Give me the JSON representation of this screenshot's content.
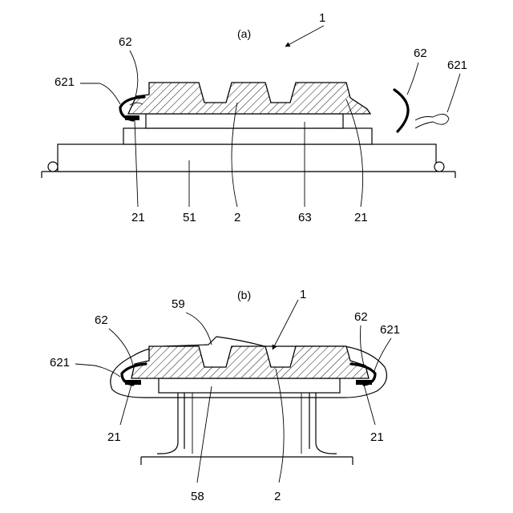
{
  "figure": {
    "panel_a": {
      "caption": "(a)",
      "labels": {
        "tire": "1",
        "bead_left": "62",
        "wire_left": "621",
        "bead_detail": "62",
        "wire_detail": "621",
        "edge_left": "21",
        "base_51": "51",
        "body_2": "2",
        "plate_63": "63",
        "edge_right": "21"
      }
    },
    "panel_b": {
      "caption": "(b)",
      "labels": {
        "tire": "1",
        "cover_59": "59",
        "bead_left": "62",
        "wire_left": "621",
        "bead_right": "62",
        "wire_right": "621",
        "edge_left": "21",
        "edge_right": "21",
        "plate_58": "58",
        "body_2": "2"
      }
    }
  }
}
